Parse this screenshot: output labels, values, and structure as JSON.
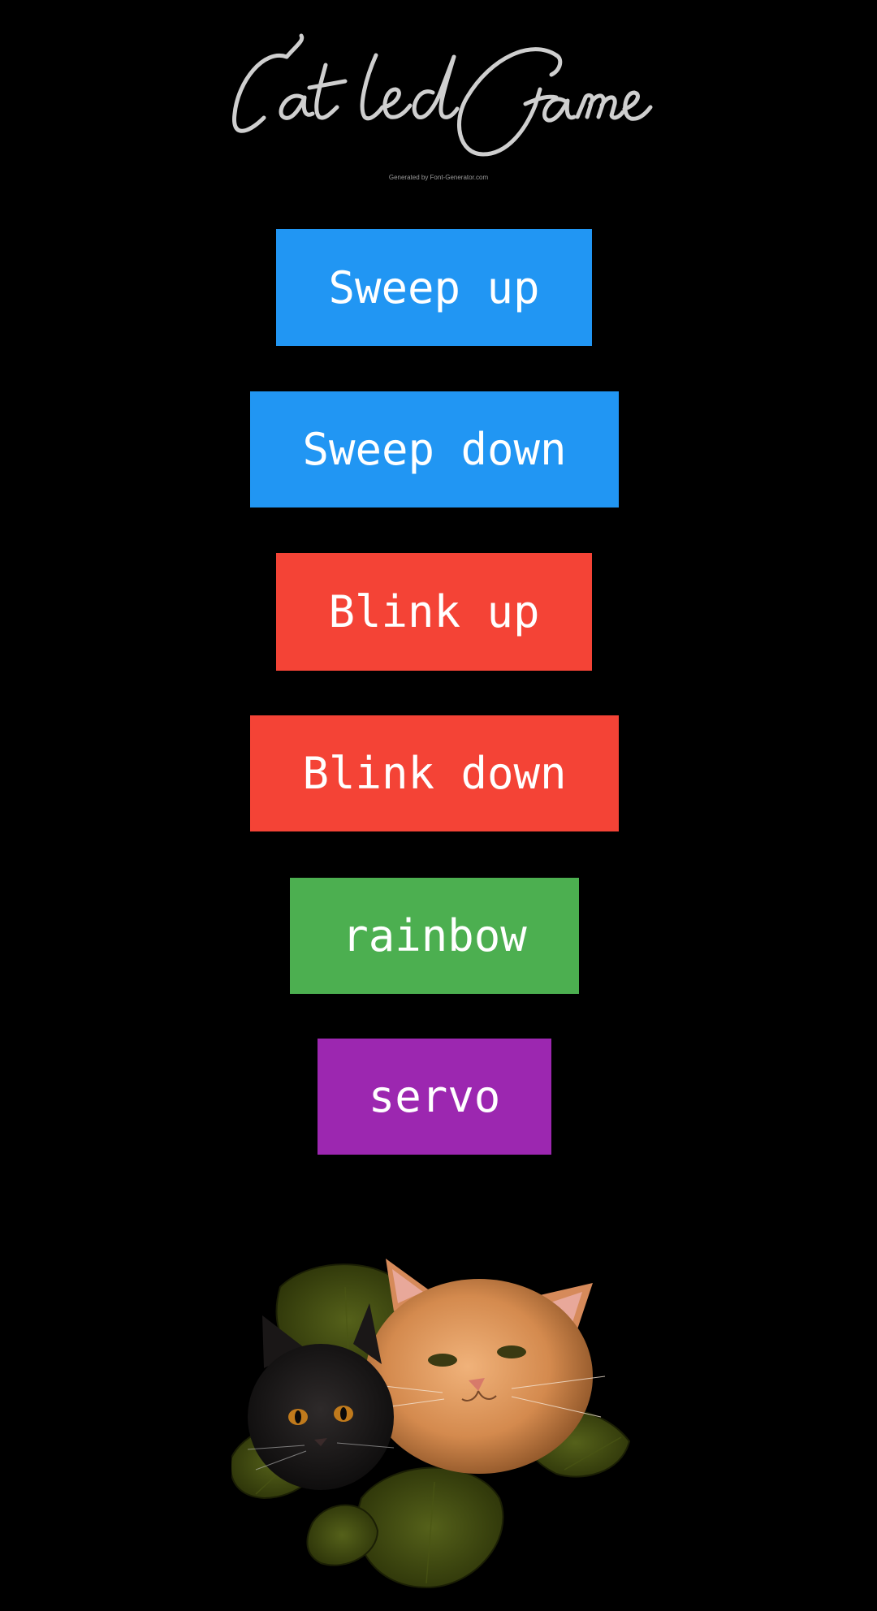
{
  "header": {
    "title": "Cat led Game",
    "credit": "Generated by Font-Generator.com"
  },
  "buttons": [
    {
      "id": "sweep-up",
      "label": "Sweep up",
      "color": "#2196F3"
    },
    {
      "id": "sweep-down",
      "label": "Sweep down",
      "color": "#2196F3"
    },
    {
      "id": "blink-up",
      "label": "Blink up",
      "color": "#F44336"
    },
    {
      "id": "blink-down",
      "label": "Blink down",
      "color": "#F44336"
    },
    {
      "id": "rainbow",
      "label": "rainbow",
      "color": "#4CAF50"
    },
    {
      "id": "servo",
      "label": "servo",
      "color": "#9C27B0"
    }
  ],
  "illustration": {
    "icon": "cats-illustration-icon"
  }
}
